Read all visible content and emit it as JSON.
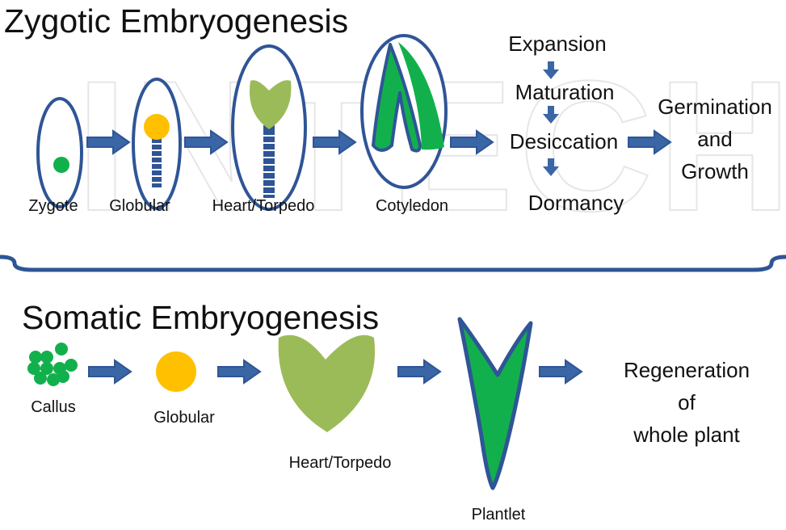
{
  "colors": {
    "outline": "#2f5596",
    "arrow": "#3a66a6",
    "green": "#12b04c",
    "lightGreen": "#9bbb59",
    "yellow": "#ffc000",
    "watermark": "#e6e6e6"
  },
  "zygotic": {
    "title": "Zygotic Embryogenesis",
    "stages": [
      "Zygote",
      "Globular",
      "Heart/Torpedo",
      "Cotyledon"
    ],
    "steps": [
      "Expansion",
      "Maturation",
      "Desiccation",
      "Dormancy"
    ],
    "outcome": [
      "Germination",
      "and",
      "Growth"
    ]
  },
  "somatic": {
    "title": "Somatic Embryogenesis",
    "stages": [
      "Callus",
      "Globular",
      "Heart/Torpedo",
      "Plantlet"
    ],
    "outcome": [
      "Regeneration",
      "of",
      "whole plant"
    ]
  },
  "watermark": "INTECH"
}
